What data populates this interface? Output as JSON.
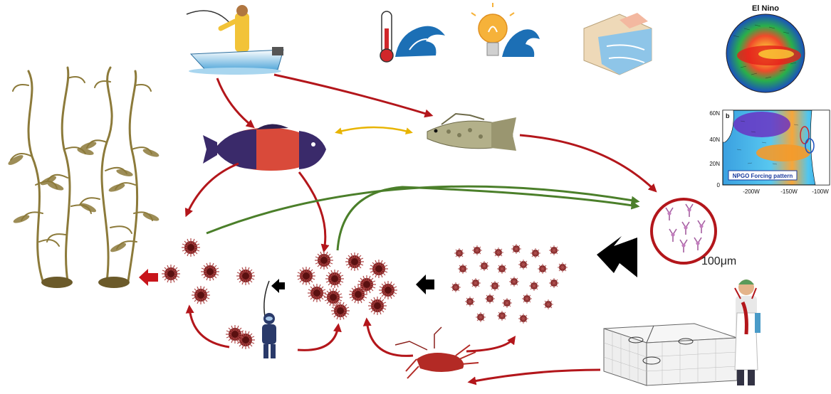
{
  "el_nino_panel": {
    "title": "El Nino"
  },
  "npgo_panel": {
    "panel_letter": "b",
    "y_ticks": [
      "60N",
      "40N",
      "20N",
      "0"
    ],
    "x_ticks": [
      "-200W",
      "-150W",
      "-100W"
    ],
    "legend_box": "NPGO Forcing pattern"
  },
  "larvae_scale": "100μm",
  "colors": {
    "red_arrow": "#b3161b",
    "green_arrow": "#4b7f2a",
    "yellow_arrow": "#e8b400",
    "black_arrow": "#000000",
    "kelp": "#8c7a3a",
    "urchin": "#8a2a2a"
  },
  "icons": [
    "fisherman-boat-icon",
    "thermometer-wave-icon",
    "lightbulb-wave-icon",
    "upwelling-block-icon",
    "el-nino-globe-icon",
    "sheephead-fish-icon",
    "rockfish-icon",
    "kelp-forest-icon",
    "sea-urchin-icon",
    "diver-icon",
    "spiny-lobster-icon",
    "trap-cage-icon",
    "fish-market-worker-icon",
    "urchin-larvae-icon"
  ]
}
